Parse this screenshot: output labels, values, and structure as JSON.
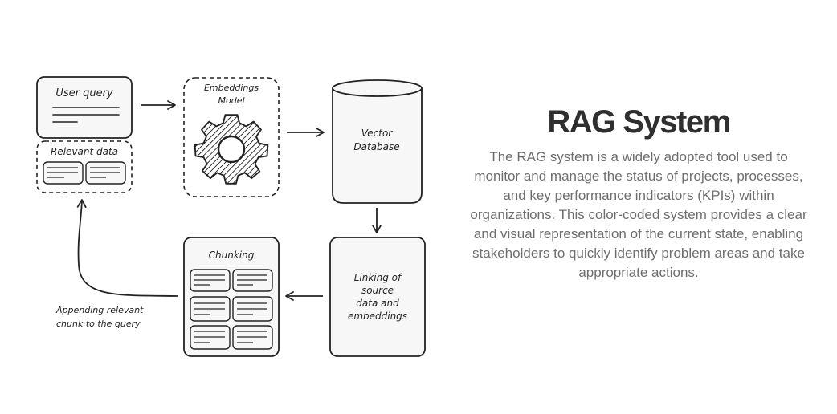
{
  "panel": {
    "title": "RAG System",
    "description": "The RAG system is a widely adopted tool used to monitor and manage the status of projects, processes, and key performance indicators (KPIs) within organizations. This color-coded system provides a clear and visual representation of the current state, enabling stakeholders to quickly identify problem areas and take appropriate actions."
  },
  "diagram": {
    "user_query": "User query",
    "relevant_data": "Relevant data",
    "embeddings_model_line1": "Embeddings",
    "embeddings_model_line2": "Model",
    "vector_db_line1": "Vector",
    "vector_db_line2": "Database",
    "linking_line1": "Linking of",
    "linking_line2": "source",
    "linking_line3": "data and",
    "linking_line4": "embeddings",
    "chunking": "Chunking",
    "append_line1": "Appending relevant",
    "append_line2": "chunk to the query"
  }
}
